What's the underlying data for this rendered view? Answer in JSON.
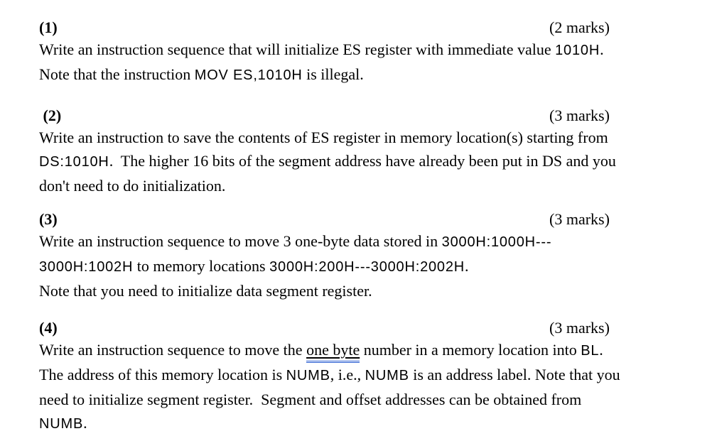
{
  "page": {
    "background_color": "#ffffff",
    "text_color": "#000000",
    "grammar_underline_color": "#2b5ed1"
  },
  "questions": [
    {
      "number": "(1)",
      "marks": "(2 marks)",
      "lines": [
        [
          {
            "style": "text",
            "text": "Write an instruction sequence that will initialize ES register with immediate value "
          },
          {
            "style": "code",
            "text": "1010H"
          },
          {
            "style": "text",
            "text": "."
          }
        ],
        [
          {
            "style": "text",
            "text": "Note that the instruction "
          },
          {
            "style": "code",
            "text": "MOV ES,1010H"
          },
          {
            "style": "text",
            "text": " is illegal."
          }
        ]
      ]
    },
    {
      "number": " (2)",
      "marks": "(3 marks)",
      "lines": [
        [
          {
            "style": "text",
            "text": "Write an instruction to save the contents of ES register in memory location(s) starting from"
          }
        ],
        [
          {
            "style": "code",
            "text": "DS:1010H"
          },
          {
            "style": "text",
            "text": ".  The higher 16 bits of the segment address have already been put in DS and you"
          }
        ],
        [
          {
            "style": "text",
            "text": "don't need to do initialization."
          }
        ]
      ]
    },
    {
      "number": "(3)",
      "marks": "(3 marks)",
      "lines": [
        [
          {
            "style": "text",
            "text": "Write an instruction sequence to move 3 one-byte data stored in "
          },
          {
            "style": "code",
            "text": "3000H:1000H---"
          }
        ],
        [
          {
            "style": "code",
            "text": "3000H:1002H"
          },
          {
            "style": "text",
            "text": " to memory locations "
          },
          {
            "style": "code",
            "text": "3000H:200H---3000H:2002H"
          },
          {
            "style": "text",
            "text": "."
          }
        ],
        [
          {
            "style": "text",
            "text": "Note that you need to initialize data segment register."
          }
        ]
      ]
    },
    {
      "number": "(4)",
      "marks": "(3 marks)",
      "lines": [
        [
          {
            "style": "text",
            "text": "Write an instruction sequence to move the "
          },
          {
            "style": "underline",
            "text": "one byte"
          },
          {
            "style": "text",
            "text": " number in a memory location into "
          },
          {
            "style": "code",
            "text": "BL"
          },
          {
            "style": "text",
            "text": "."
          }
        ],
        [
          {
            "style": "text",
            "text": "The address of this memory location is "
          },
          {
            "style": "code",
            "text": "NUMB"
          },
          {
            "style": "text",
            "text": ", i.e., "
          },
          {
            "style": "code",
            "text": "NUMB"
          },
          {
            "style": "text",
            "text": " is an address label. Note that you"
          }
        ],
        [
          {
            "style": "text",
            "text": "need to initialize segment register.  Segment and offset addresses can be obtained from"
          }
        ],
        [
          {
            "style": "code",
            "text": "NUMB"
          },
          {
            "style": "text",
            "text": "."
          }
        ]
      ]
    }
  ]
}
